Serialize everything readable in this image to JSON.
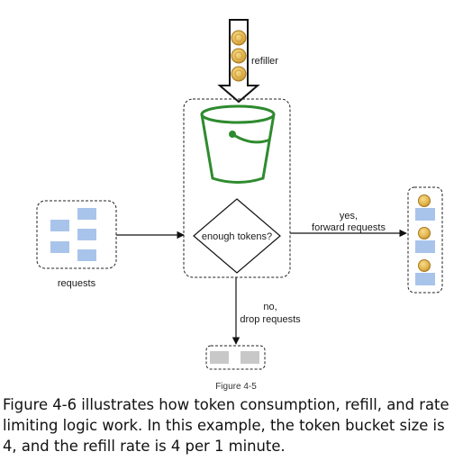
{
  "diagram": {
    "refiller_label": "refiller",
    "requests_label": "requests",
    "decision_label": "enough tokens?",
    "yes_label_1": "yes,",
    "yes_label_2": "forward requests",
    "no_label_1": "no,",
    "no_label_2": "drop requests",
    "figure_caption": "Figure 4-5",
    "colors": {
      "bucket": "#2e8b2e",
      "request": "#a9c4eb",
      "dropped": "#c8c8c8",
      "coin": "#e0b24a"
    }
  },
  "text": {
    "line1": "Figure 4-6 illustrates how token consumption, refill, and rate",
    "line2": "limiting logic work. In this example, the token bucket size is",
    "line3": "4, and the refill rate is 4 per 1 minute."
  }
}
